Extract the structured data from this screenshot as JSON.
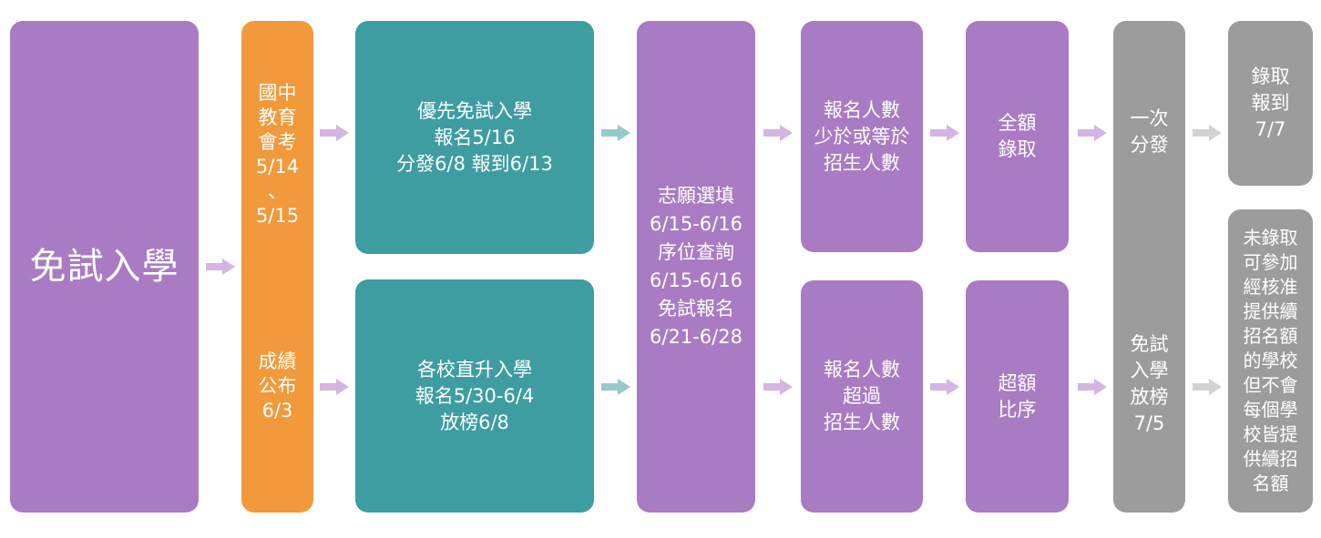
{
  "colors": {
    "purple": "#A97BC3",
    "orange": "#F2993B",
    "teal": "#3E9DA1",
    "gray": "#9C9C9C",
    "arrow_purple": "#D4B5E3",
    "arrow_teal": "#95CACD",
    "arrow_gray": "#D2D2D2"
  },
  "main_title": "免試入學",
  "exam": {
    "top": "國中\n教育\n會考\n5/14\n、\n5/15",
    "bottom": "成績\n公布\n6/3"
  },
  "priority": "優先免試入學\n報名5/16\n分發6/8  報到6/13",
  "direct": "各校直升入學\n報名5/30-6/4\n放榜6/8",
  "schedule": "志願選填\n6/15-6/16\n序位查詢\n6/15-6/16\n免試報名\n6/21-6/28",
  "under_quota": "報名人數\n少於或等於\n招生人數",
  "over_quota": "報名人數\n超過\n招生人數",
  "full_admit": "全額\n錄取",
  "over_rank": "超額\n比序",
  "allocation": {
    "top": "一次\n分發",
    "bottom": "免試\n入學\n放榜\n7/5"
  },
  "admitted": "錄取\n報到\n7/7",
  "not_admitted": "未錄取\n可參加\n經核准\n提供續\n招名額\n的學校\n但不會\n每個學\n校皆提\n供續招\n名額"
}
